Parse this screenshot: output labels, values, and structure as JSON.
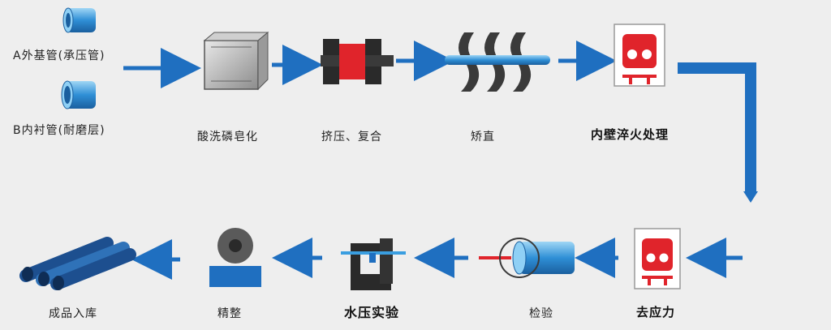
{
  "inputs": {
    "pipe_a_label": "A外基管(承压管)",
    "pipe_b_label": "B内衬管(耐磨层)"
  },
  "steps": {
    "pickling": "酸洗磷皂化",
    "extrusion": "挤压、复合",
    "straightening": "矫直",
    "quenching": "内壁淬火处理",
    "stress_relief": "去应力",
    "inspection": "检验",
    "hydro_test": "水压实验",
    "finishing": "精整",
    "storage": "成品入库"
  },
  "colors": {
    "arrow_blue": "#1f6fc0",
    "pipe_blue": "#3a9ee0",
    "accent_red": "#e0242b",
    "dark_gray": "#333333"
  }
}
